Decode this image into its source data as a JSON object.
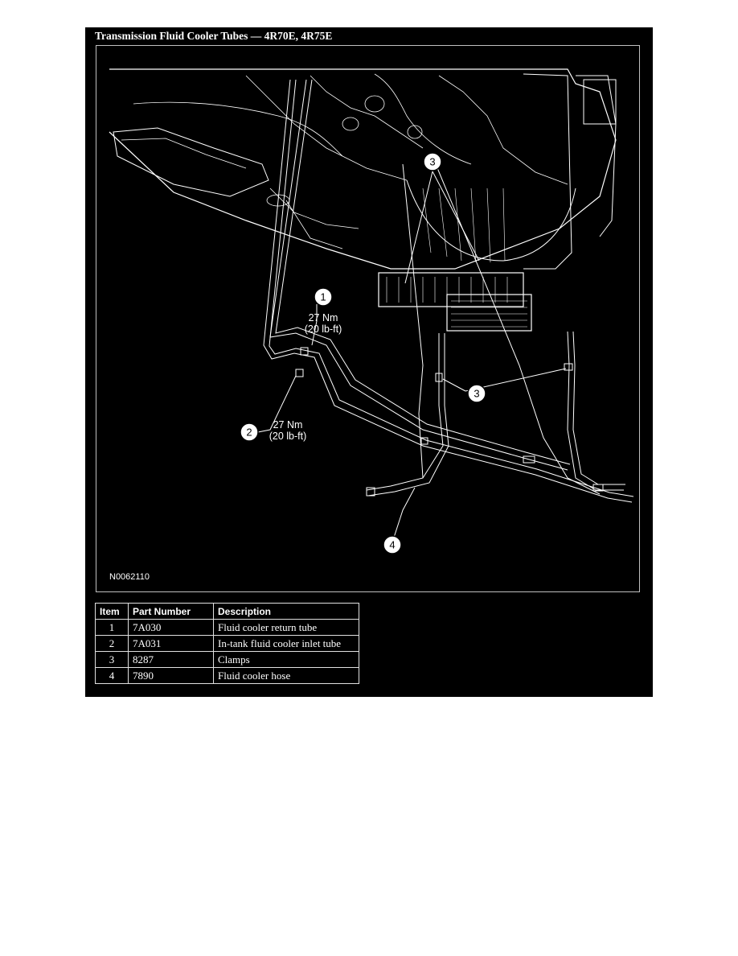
{
  "title": "Transmission Fluid Cooler Tubes — 4R70E, 4R75E",
  "figure_id": "N0062110",
  "callouts": [
    {
      "num": "1",
      "torque_nm": "27 Nm",
      "torque_lbft": "(20 lb-ft)"
    },
    {
      "num": "2",
      "torque_nm": "27 Nm",
      "torque_lbft": "(20 lb-ft)"
    },
    {
      "num": "3"
    },
    {
      "num": "3"
    },
    {
      "num": "4"
    }
  ],
  "table": {
    "headers": [
      "Item",
      "Part Number",
      "Description"
    ],
    "rows": [
      [
        "1",
        "7A030",
        "Fluid cooler return tube"
      ],
      [
        "2",
        "7A031",
        "In-tank fluid cooler inlet tube"
      ],
      [
        "3",
        "8287",
        "Clamps"
      ],
      [
        "4",
        "7890",
        "Fluid cooler hose"
      ]
    ]
  },
  "colors": {
    "background": "#000000",
    "line": "#ffffff"
  }
}
